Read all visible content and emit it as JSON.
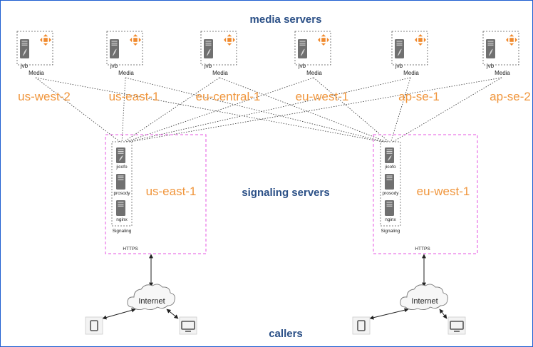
{
  "titles": {
    "media": "media servers",
    "signaling": "signaling servers",
    "callers": "callers"
  },
  "media_servers": [
    {
      "region": "us-west-2",
      "service": "jvb",
      "role": "Media"
    },
    {
      "region": "us-east-1",
      "service": "jvb",
      "role": "Media"
    },
    {
      "region": "eu-central-1",
      "service": "jvb",
      "role": "Media"
    },
    {
      "region": "eu-west-1",
      "service": "jvb",
      "role": "Media"
    },
    {
      "region": "ap-se-1",
      "service": "jvb",
      "role": "Media"
    },
    {
      "region": "ap-se-2",
      "service": "jvb",
      "role": "Media"
    }
  ],
  "signaling_servers": [
    {
      "region": "us-east-1",
      "services": [
        "jicofo",
        "prosody",
        "nginx"
      ],
      "role": "Signaling",
      "protocol": "HTTPS",
      "internet": "Internet"
    },
    {
      "region": "eu-west-1",
      "services": [
        "jicofo",
        "prosody",
        "nginx"
      ],
      "role": "Signaling",
      "protocol": "HTTPS",
      "internet": "Internet"
    }
  ],
  "icons": {
    "server": "server-icon",
    "move": "move-arrows-icon",
    "tablet": "tablet-icon",
    "monitor": "monitor-icon",
    "cloud": "cloud-icon"
  },
  "colors": {
    "border": "#1f5fd1",
    "title": "#2a4f86",
    "region": "#f0953b",
    "signaling_box": "#e455e0",
    "server": "#707070"
  }
}
